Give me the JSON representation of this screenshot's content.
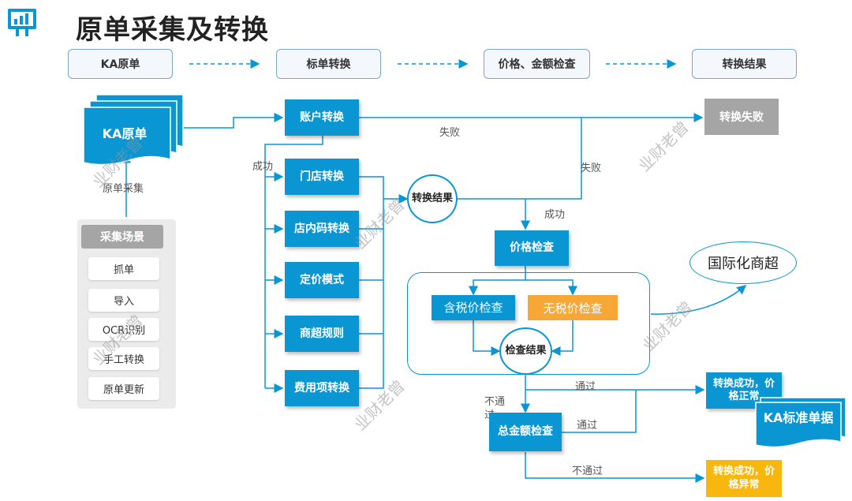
{
  "title": "原单采集及转换",
  "stages": [
    "KA原单",
    "标单转换",
    "价格、金额检查",
    "转换结果"
  ],
  "ka_doc": "KA原单",
  "collect_label": "原单采集",
  "panel": {
    "title": "采集场景",
    "items": [
      "抓单",
      "导入",
      "OCR识别",
      "手工转换",
      "原单更新"
    ]
  },
  "conversions": [
    "账户转换",
    "门店转换",
    "店内码转换",
    "定价模式",
    "商超规则",
    "费用项转换"
  ],
  "convert_result": "转换结果",
  "labels": {
    "fail1": "失败",
    "fail2": "失败",
    "success1": "成功",
    "success2": "成功",
    "pass1": "通过",
    "pass2": "通过",
    "notpass1": "不通过",
    "notpass2": "不通过"
  },
  "fail_box": "转换失败",
  "price_check": "价格检查",
  "tax_in": "含税价检查",
  "tax_out": "无税价检查",
  "check_result": "检查结果",
  "total_check": "总金额检查",
  "intl": "国际化商超",
  "ok_normal": "转换成功，价格正常",
  "ka_std": "KA标准单据",
  "ok_abnormal": "转换成功，价格异常",
  "watermark": "业财老曾",
  "colors": {
    "primary": "#0a96d3",
    "orange": "#f7a736",
    "yellow": "#f7b70f",
    "gray": "#a5a5a5"
  }
}
